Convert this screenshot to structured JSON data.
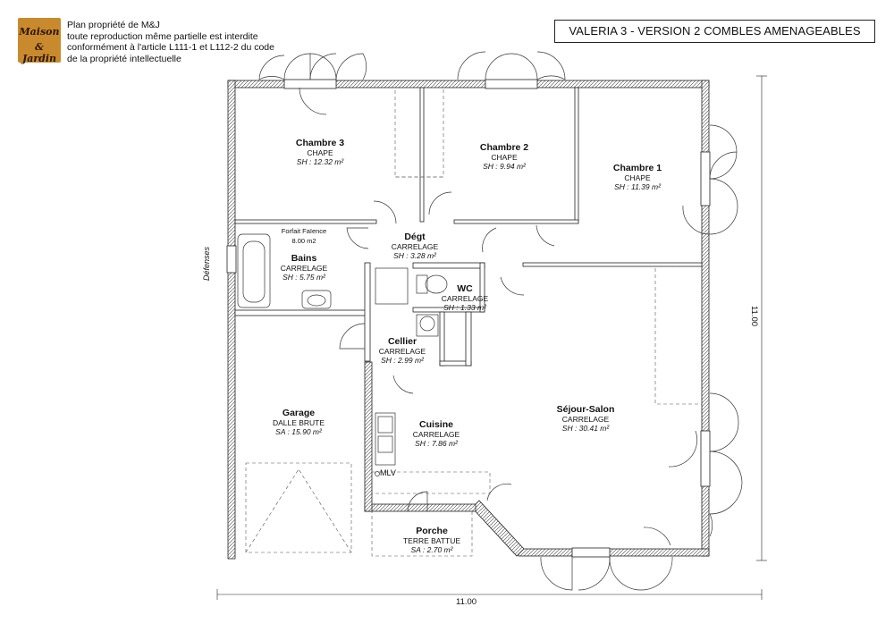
{
  "header": {
    "logo_line1": "Maison",
    "logo_line2": "& Jardin",
    "copyright_lines": [
      "Plan propriété de M&J",
      "toute reproduction même partielle est interdite",
      "conformément à l'article L111-1 et L112-2 du code",
      "de la propriété intellectuelle"
    ],
    "title": "VALERIA 3 - VERSION 2 COMBLES AMENAGEABLES"
  },
  "rooms": {
    "chambre3": {
      "name": "Chambre 3",
      "floor": "CHAPE",
      "area": "SH : 12.32 m²"
    },
    "chambre2": {
      "name": "Chambre 2",
      "floor": "CHAPE",
      "area": "SH : 9.94 m²"
    },
    "chambre1": {
      "name": "Chambre 1",
      "floor": "CHAPE",
      "area": "SH : 11.39 m²"
    },
    "degt": {
      "name": "Dégt",
      "floor": "CARRELAGE",
      "area": "SH : 3.28 m²"
    },
    "bains": {
      "name": "Bains",
      "floor": "CARRELAGE",
      "area": "SH : 5.75 m²",
      "note1": "Forfait Faïence",
      "note2": "8.00 m2"
    },
    "wc": {
      "name": "WC",
      "floor": "CARRELAGE",
      "area": "SH : 1.33 m²"
    },
    "cellier": {
      "name": "Cellier",
      "floor": "CARRELAGE",
      "area": "SH : 2.99 m²"
    },
    "garage": {
      "name": "Garage",
      "floor": "DALLE BRUTE",
      "area": "SA : 15.90 m²"
    },
    "cuisine": {
      "name": "Cuisine",
      "floor": "CARRELAGE",
      "area": "SH : 7.86 m²"
    },
    "sejour": {
      "name": "Séjour-Salon",
      "floor": "CARRELAGE",
      "area": "SH : 30.41 m²"
    },
    "porche": {
      "name": "Porche",
      "floor": "TERRE BATTUE",
      "area": "SA : 2.70 m²"
    }
  },
  "labels": {
    "mlv": "MLV",
    "defenses": "Défenses"
  },
  "dimensions": {
    "width": "11.00",
    "height": "11.00"
  }
}
